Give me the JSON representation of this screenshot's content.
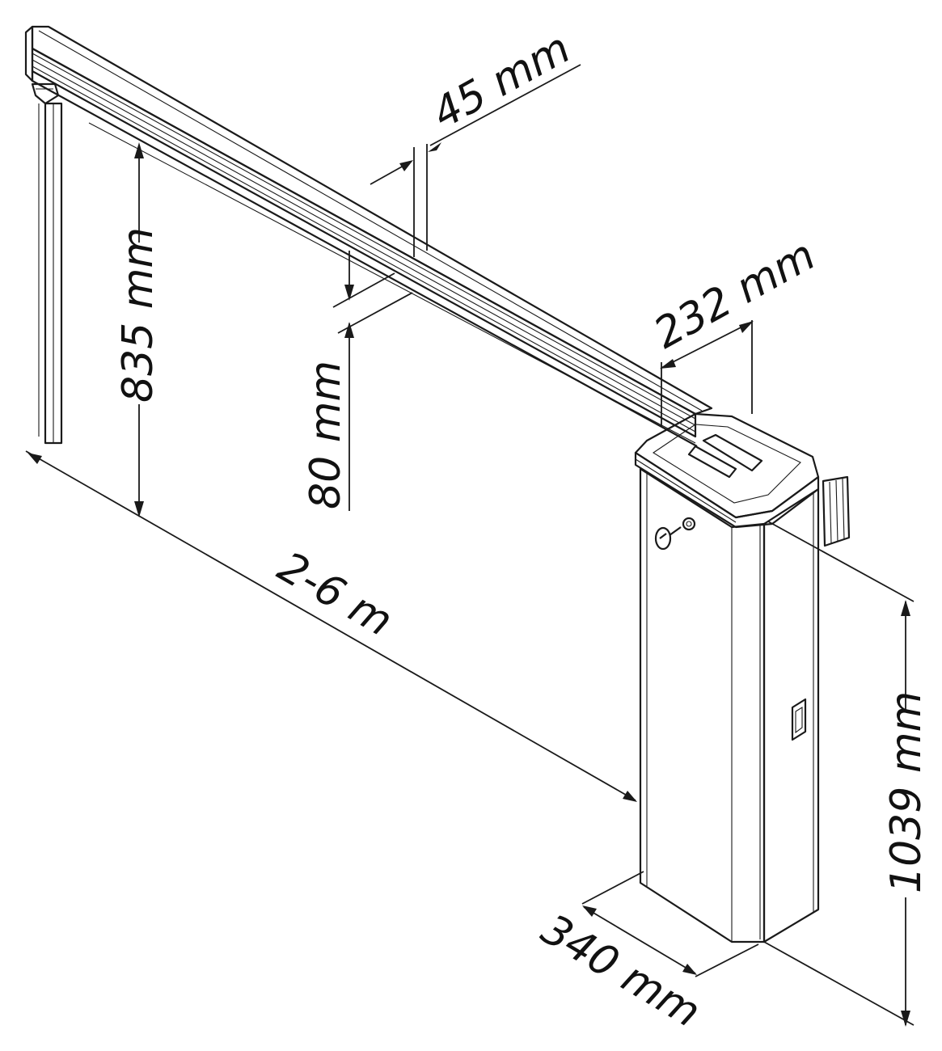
{
  "dimensions": {
    "beam_width": "45 mm",
    "beam_height": "80 mm",
    "beam_clearance": "835 mm",
    "beam_length": "2-6 m",
    "housing_width": "232 mm",
    "housing_depth": "340 mm",
    "housing_height": "1039 mm"
  },
  "colors": {
    "line": "#1a1a1a",
    "background": "#ffffff"
  }
}
